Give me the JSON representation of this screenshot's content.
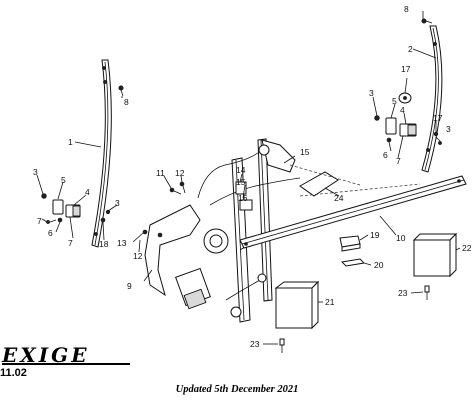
{
  "brand": {
    "logo_text": "EXIGE"
  },
  "page_ref": "11.02",
  "footer": {
    "updated": "Updated 5th December 2021"
  },
  "callouts": [
    "1",
    "2",
    "3",
    "4",
    "5",
    "6",
    "7",
    "8",
    "9",
    "10",
    "11",
    "12",
    "13",
    "14",
    "15",
    "16",
    "17",
    "18",
    "19",
    "20",
    "21",
    "22",
    "23",
    "24"
  ]
}
